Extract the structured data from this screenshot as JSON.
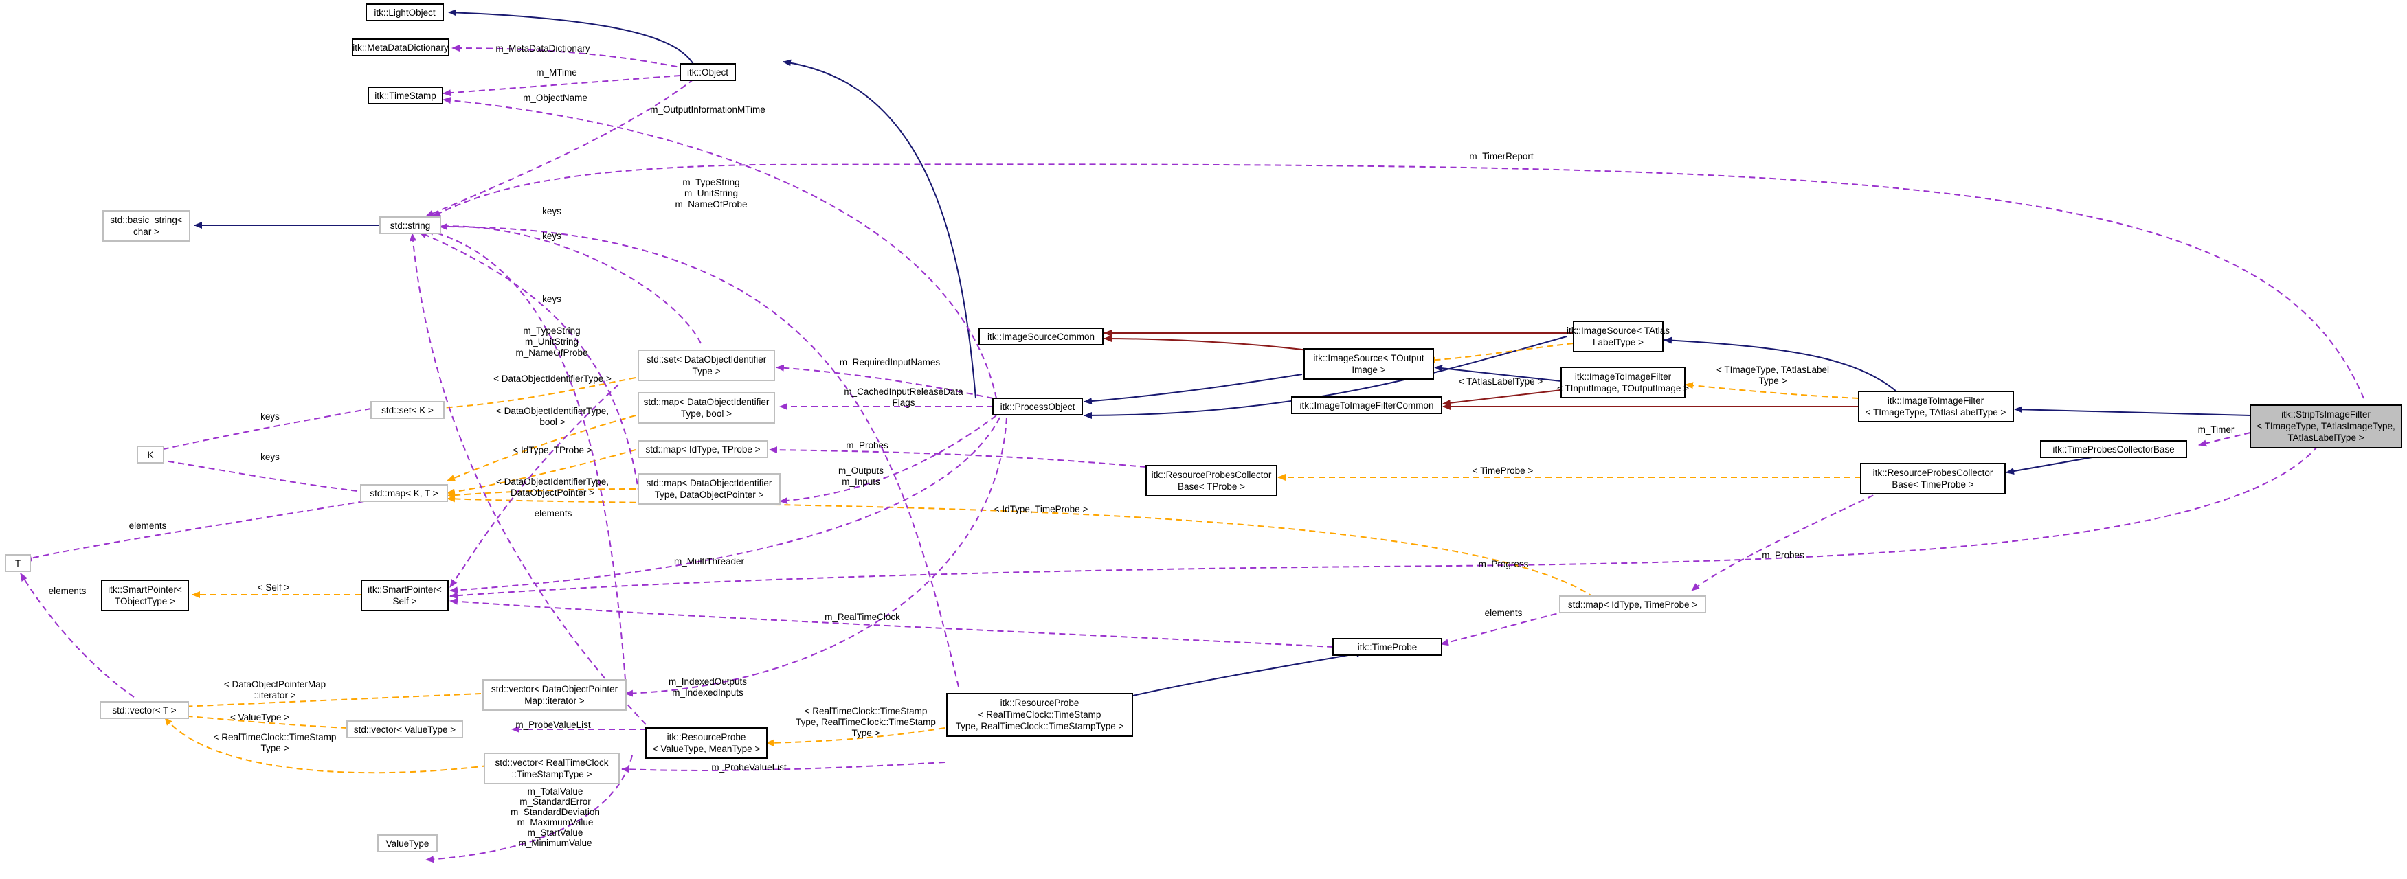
{
  "nodes": {
    "LightObject": [
      "itk::LightObject"
    ],
    "MetaDataDictionary": [
      "itk::MetaDataDictionary"
    ],
    "Object": [
      "itk::Object"
    ],
    "TimeStamp": [
      "itk::TimeStamp"
    ],
    "basic_string": [
      "std::basic_string<",
      "char >"
    ],
    "string": [
      "std::string"
    ],
    "set_K": [
      "std::set< K >"
    ],
    "K": [
      "K"
    ],
    "map_KT": [
      "std::map< K, T >"
    ],
    "T": [
      "T"
    ],
    "SmartPointerObj": [
      "itk::SmartPointer<",
      "TObjectType >"
    ],
    "SmartPointerSelf": [
      "itk::SmartPointer<",
      "Self >"
    ],
    "vector_T": [
      "std::vector< T >"
    ],
    "vector_ValueType": [
      "std::vector< ValueType >"
    ],
    "vector_TimeStamp": [
      "std::vector< RealTimeClock",
      "::TimeStampType >"
    ],
    "ValueType": [
      "ValueType"
    ],
    "set_DOI": [
      "std::set< DataObjectIdentifier",
      "Type >"
    ],
    "map_DOI_bool": [
      "std::map< DataObjectIdentifier",
      "Type, bool >"
    ],
    "map_IdType_TProbe": [
      "std::map< IdType, TProbe >"
    ],
    "map_DOI_DOP": [
      "std::map< DataObjectIdentifier",
      "Type, DataObjectPointer >"
    ],
    "vector_DOPMap": [
      "std::vector< DataObjectPointer",
      "Map::iterator >"
    ],
    "ResourceProbe_VM": [
      "itk::ResourceProbe",
      "< ValueType, MeanType >"
    ],
    "ProcessObject": [
      "itk::ProcessObject"
    ],
    "ImageSourceCommon": [
      "itk::ImageSourceCommon"
    ],
    "ImageToImageFilterCommon": [
      "itk::ImageToImageFilterCommon"
    ],
    "ImageSource_TOutput": [
      "itk::ImageSource< TOutput",
      "Image >"
    ],
    "ImageSource_TAtlas": [
      "itk::ImageSource< TAtlas",
      "LabelType >"
    ],
    "ImageToImageFilter_TT": [
      "itk::ImageToImageFilter",
      "< TInputImage, TOutputImage >"
    ],
    "ImageToImageFilter_Atlas": [
      "itk::ImageToImageFilter",
      "< TImageType, TAtlasLabelType >"
    ],
    "ResourceProbesCollectorBase_TProbe": [
      "itk::ResourceProbesCollector",
      "Base< TProbe >"
    ],
    "ResourceProbe_RTC": [
      "itk::ResourceProbe",
      "< RealTimeClock::TimeStamp",
      "Type, RealTimeClock::TimeStampType >"
    ],
    "TimeProbe": [
      "itk::TimeProbe"
    ],
    "map_IdType_TimeProbe": [
      "std::map< IdType, TimeProbe >"
    ],
    "ResourceProbesCollectorBase_TimeProbe": [
      "itk::ResourceProbesCollector",
      "Base< TimeProbe >"
    ],
    "TimeProbesCollectorBase": [
      "itk::TimeProbesCollectorBase"
    ],
    "StripTsImageFilter": [
      "itk::StripTsImageFilter",
      "< TImageType, TAtlasImageType,",
      "TAtlasLabelType >"
    ]
  },
  "edge_labels": {
    "m_MetaDataDictionary": [
      "m_MetaDataDictionary"
    ],
    "m_MTime": [
      "m_MTime"
    ],
    "m_ObjectName": [
      "m_ObjectName"
    ],
    "m_OutputInformationMTime": [
      "m_OutputInformationMTime"
    ],
    "m_TimerReport": [
      "m_TimerReport"
    ],
    "m_TypeString_top": [
      "m_TypeString",
      "m_UnitString",
      "m_NameOfProbe"
    ],
    "keys_1": [
      "keys"
    ],
    "keys_2": [
      "keys"
    ],
    "keys_3": [
      "keys"
    ],
    "m_TypeString_left": [
      "m_TypeString",
      "m_UnitString",
      "m_NameOfProbe"
    ],
    "DOIType": [
      "< DataObjectIdentifierType >"
    ],
    "keys_K": [
      "keys"
    ],
    "keys_K2": [
      "keys"
    ],
    "DOIType_bool": [
      "< DataObjectIdentifierType,",
      "bool >"
    ],
    "IdType_TProbe": [
      "< IdType, TProbe >"
    ],
    "DOIType_DOP": [
      "< DataObjectIdentifierType,",
      "DataObjectPointer >"
    ],
    "elements_map": [
      "elements"
    ],
    "elements_smart": [
      "elements"
    ],
    "elements_vec": [
      "elements"
    ],
    "Self": [
      "< Self >"
    ],
    "m_RequiredInputNames": [
      "m_RequiredInputNames"
    ],
    "m_CachedInputReleaseDataFlags": [
      "m_CachedInputReleaseData",
      "Flags"
    ],
    "m_Probes_1": [
      "m_Probes"
    ],
    "m_Outputs": [
      "m_Outputs",
      "m_Inputs"
    ],
    "IdType_TimeProbe": [
      "< IdType, TimeProbe >"
    ],
    "m_MultiThreader": [
      "m_MultiThreader"
    ],
    "m_Progress": [
      "m_Progress"
    ],
    "m_RealTimeClock": [
      "m_RealTimeClock"
    ],
    "elements_tp": [
      "elements"
    ],
    "m_Probes_2": [
      "m_Probes"
    ],
    "DOPMap_iter": [
      "< DataObjectPointerMap",
      "::iterator >"
    ],
    "ValueType_tpl": [
      "< ValueType >"
    ],
    "RTC_TimeStamp_tpl": [
      "< RealTimeClock::TimeStamp",
      "Type >"
    ],
    "m_IndexedOutputs": [
      "m_IndexedOutputs",
      "m_IndexedInputs"
    ],
    "m_ProbeValueList_1": [
      "m_ProbeValueList"
    ],
    "m_ProbeValueList_2": [
      "m_ProbeValueList"
    ],
    "RTC_TS_TS": [
      "< RealTimeClock::TimeStamp",
      "Type, RealTimeClock::TimeStamp",
      "Type >"
    ],
    "m_TotalValue": [
      "m_TotalValue",
      "m_StandardError",
      "m_StandardDeviation",
      "m_MaximumValue",
      "m_StartValue",
      "m_MinimumValue"
    ],
    "TAtlasLabelType": [
      "< TAtlasLabelType >"
    ],
    "TImageType_TAtlasLabel": [
      "< TImageType, TAtlasLabel",
      "Type >"
    ],
    "TimeProbe_tpl": [
      "< TimeProbe >"
    ],
    "m_Timer": [
      "m_Timer"
    ]
  },
  "colors": {
    "public_inheritance": "#191970",
    "protected_inheritance": "#8b1a1a",
    "usage": "#9a32cd",
    "template_instance": "#ffa500",
    "focus_fill": "#bfbfbf",
    "external_border": "#bfbfbf"
  }
}
